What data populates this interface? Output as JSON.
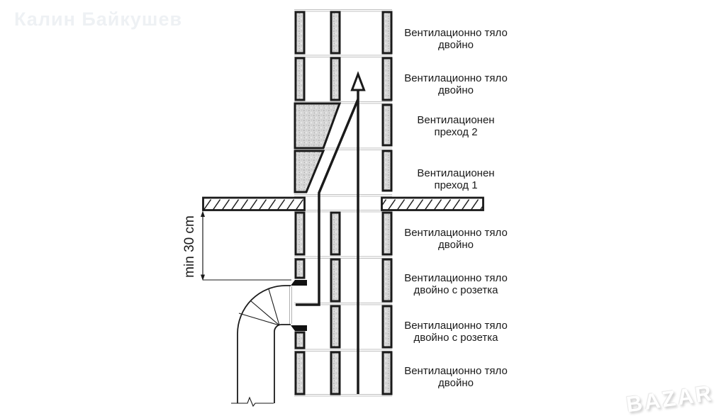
{
  "watermark": {
    "author": "Калин Байкушев",
    "logo": "BAZAR"
  },
  "dimension": {
    "label": "min 30 cm"
  },
  "labels": {
    "items": [
      {
        "line1": "Вентилационно тяло",
        "line2": "двойно"
      },
      {
        "line1": "Вентилационно тяло",
        "line2": "двойно"
      },
      {
        "line1": "Вентилационен",
        "line2": "преход 2"
      },
      {
        "line1": "Вентилационен",
        "line2": "преход 1"
      },
      {
        "line1": "Вентилационно тяло",
        "line2": "двойно"
      },
      {
        "line1": "Вентилационно тяло",
        "line2": "двойно с розетка"
      },
      {
        "line1": "Вентилационно тяло",
        "line2": "двойно с розетка"
      },
      {
        "line1": "Вентилационно тяло",
        "line2": "двойно"
      }
    ]
  },
  "colors": {
    "line": "#1a1a1a",
    "block_fill": "#d7d7d7",
    "block_speckle": "#b5b5b5",
    "joint_line": "#b8b8b8",
    "watermark_text": "#eef1f4",
    "background": "#ffffff"
  }
}
